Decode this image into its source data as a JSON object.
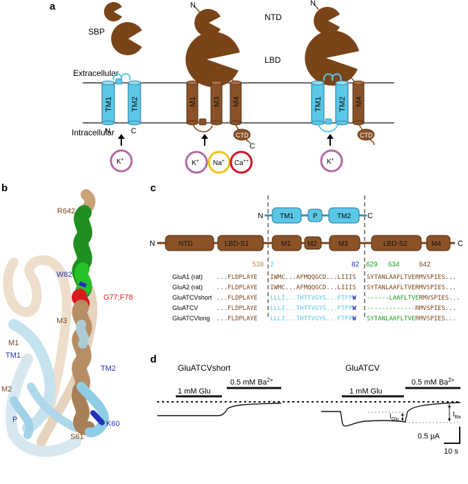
{
  "panel_labels": {
    "a": "a",
    "b": "b",
    "c": "c",
    "d": "d"
  },
  "colors": {
    "brown": "#7a4419",
    "brown_fill": "#8b5228",
    "cyan": "#5bc8e8",
    "blue": "#2430b8",
    "green": "#17a21a",
    "red": "#d81c1c",
    "magenta": "#b06aa6",
    "yellow": "#f0c419",
    "crimson": "#d0102a",
    "tan": "#c9a27a"
  },
  "panel_a": {
    "sbp": "SBP",
    "extracellular": "Extracellular",
    "intracellular": "Intracellular",
    "ntd": "NTD",
    "lbd": "LBD",
    "n": "N",
    "c": "C",
    "tm1": "TM1",
    "tm2": "TM2",
    "m1": "M1",
    "m3": "M3",
    "m4": "M4",
    "ctd": "CTD",
    "ion_k": "K",
    "ion_na": "Na",
    "ion_ca": "Ca",
    "sup_plus": "+",
    "sup_plusplus": "++"
  },
  "panel_b": {
    "labels": [
      "R642",
      "W82",
      "G77;F78",
      "M3",
      "M1",
      "TM1",
      "TM2",
      "M2",
      "P",
      "K60",
      "S61"
    ]
  },
  "panel_c": {
    "top_domains": {
      "n": "N",
      "tm1": "TM1",
      "p": "P",
      "tm2": "TM2",
      "c": "C"
    },
    "bottom_domains": {
      "n": "N",
      "ntd": "NTD",
      "lbd_s1": "LBD-S1",
      "m1": "M1",
      "m2": "M2",
      "m3": "M3",
      "lbd_s2": "LBD-S2",
      "m4": "M4",
      "c": "C"
    },
    "numbers": [
      "538",
      "2",
      "82",
      "629",
      "634",
      "642"
    ],
    "rows": [
      {
        "name": "GluA1 (rat)",
        "seg1": "...FLDPLAYE",
        "seg2": "IWMC...AFMQQGCD...LIIIS",
        "seg3": "SYTANLAAFLTVERMVSPIES..."
      },
      {
        "name": "GluA2 (rat)",
        "seg1": "...FLDPLAYE",
        "seg2": "IWMC...AFMQQGCD...LIIIS",
        "seg3": "SYTANLAAFLTVERMVSPIES..."
      },
      {
        "name": "GluATCVshort",
        "seg1": "...FLDPLAYE",
        "seg2a": "LLLI...THTTVGYG...FTFP",
        "seg2b": "W",
        "seg3a": "------LAAFLTVE",
        "seg3b": "RMVSPIES..."
      },
      {
        "name": "GluATCV",
        "seg1": "...FLDPLAYE",
        "seg2a": "LLLI...THTTVGYG...FTFP",
        "seg2b": "W",
        "seg3a": "-------------",
        "seg3b": "RMVSPIES..."
      },
      {
        "name": "GluATCVlong",
        "seg1": "...FLDPLAYE",
        "seg2a": "LLLI...THTTVGYG...FTFP",
        "seg2b": "W",
        "seg3a": "SYTANLAAFLTVE",
        "seg3b": "RMVSPIES..."
      }
    ]
  },
  "panel_d": {
    "left_title": "GluATCVshort",
    "right_title": "GluATCV",
    "glu": "1 mM Glu",
    "ba": "0.5 mM Ba",
    "ba_sup": "2+",
    "i_label": "I",
    "i_glu_sub": "Glu",
    "i_ba_sub": "Ba",
    "scale_current": "0.5 µA",
    "scale_time": "10 s"
  }
}
